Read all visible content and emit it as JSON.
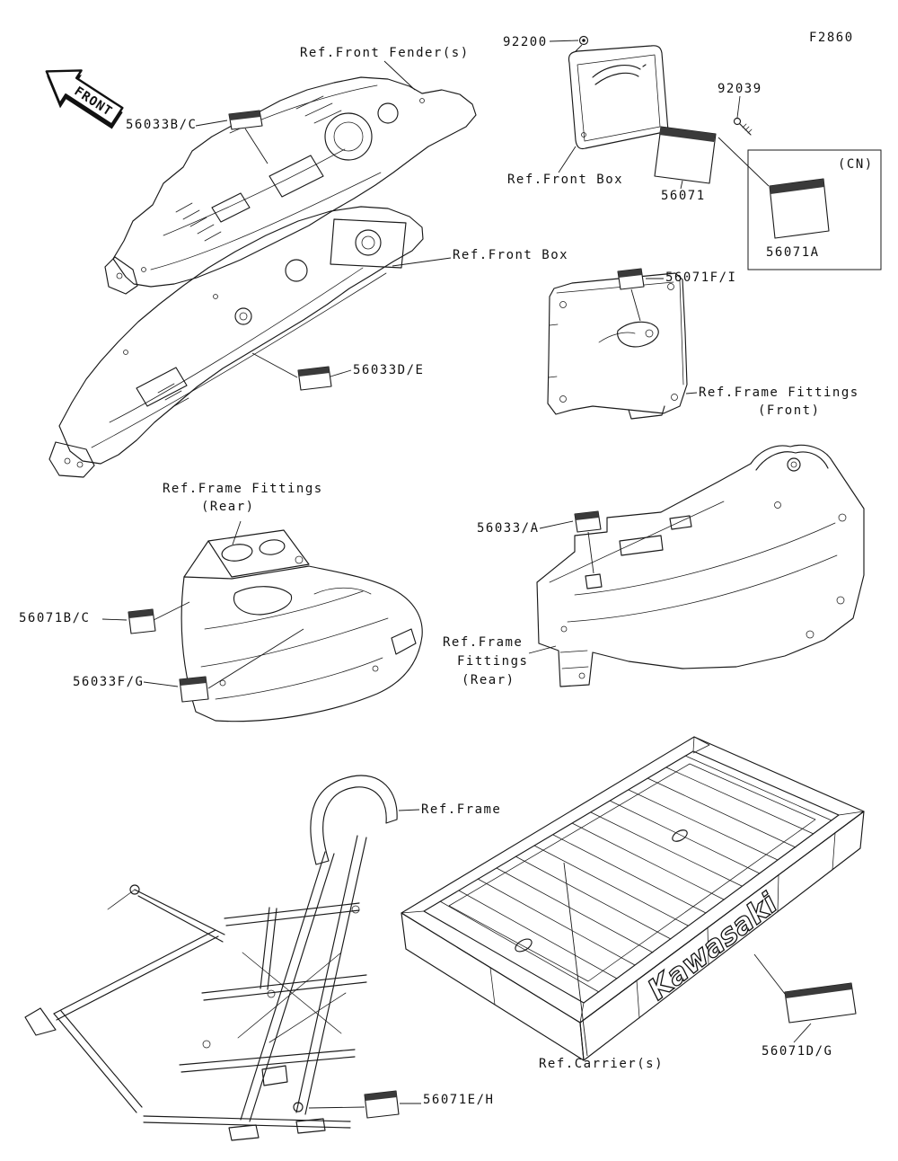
{
  "colors": {
    "ink": "#1a1a1a",
    "background": "#ffffff"
  },
  "figure": {
    "code": "F2860",
    "front_marker": "FRONT",
    "cn_marker": "(CN)",
    "brand": "Kawasaki"
  },
  "part_numbers": {
    "n56033bc": "56033B/C",
    "n92200": "92200",
    "n92039": "92039",
    "n56071": "56071",
    "n56071a": "56071A",
    "n56071fi": "56071F/I",
    "n56033de": "56033D/E",
    "n56033a": "56033/A",
    "n56071bc": "56071B/C",
    "n56033fg": "56033F/G",
    "n56071dg": "56071D/G",
    "n56071eh": "56071E/H"
  },
  "references": {
    "front_fender": "Ref.Front Fender(s)",
    "front_box_upper": "Ref.Front Box",
    "front_box_lower": "Ref.Front Box",
    "frame_fittings_front_line1": "Ref.Frame Fittings",
    "frame_fittings_front_line2": "(Front)",
    "frame_fittings_rear_left_line1": "Ref.Frame Fittings",
    "frame_fittings_rear_left_line2": "(Rear)",
    "frame_fittings_rear_right_line1": "Ref.Frame",
    "frame_fittings_rear_right_line2": "Fittings",
    "frame_fittings_rear_right_line3": "(Rear)",
    "frame": "Ref.Frame",
    "carrier": "Ref.Carrier(s)"
  }
}
